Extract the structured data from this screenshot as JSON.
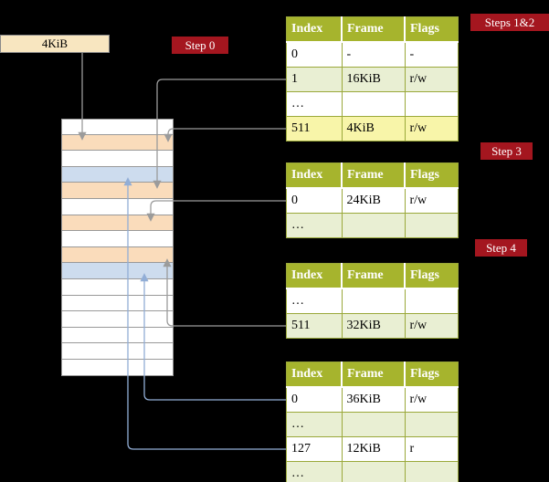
{
  "colors": {
    "background": "#000000",
    "badge_bg": "#a4161f",
    "badge_text": "#ffffff",
    "table_header_bg": "#a6b42d",
    "table_header_text": "#ffffff",
    "table_border": "#9aa83a",
    "row_tint": "#e9efd3",
    "row_highlight": "#f8f5a9",
    "cell_page_table": "#fadcbb",
    "cell_frame": "#cddcee",
    "cr3_box_bg": "#f8e6c0",
    "arrow_gray": "#9b9b9b",
    "arrow_blue": "#92aed6",
    "memory_border": "#999999"
  },
  "cr3": {
    "label": "4KiB"
  },
  "badges": {
    "step0": "Step 0",
    "steps12": "Steps 1&2",
    "step3": "Step 3",
    "step4": "Step 4"
  },
  "tables": [
    {
      "id": "level4",
      "headers": [
        "Index",
        "Frame",
        "Flags"
      ],
      "rows": [
        {
          "cells": [
            "0",
            "-",
            "-"
          ]
        },
        {
          "cells": [
            "1",
            "16KiB",
            "r/w"
          ]
        },
        {
          "cells": [
            "…",
            "",
            ""
          ]
        },
        {
          "cells": [
            "511",
            "4KiB",
            "r/w"
          ],
          "highlight": true
        }
      ]
    },
    {
      "id": "level3",
      "headers": [
        "Index",
        "Frame",
        "Flags"
      ],
      "rows": [
        {
          "cells": [
            "0",
            "24KiB",
            "r/w"
          ]
        },
        {
          "cells": [
            "…",
            "",
            ""
          ]
        }
      ]
    },
    {
      "id": "level2",
      "headers": [
        "Index",
        "Frame",
        "Flags"
      ],
      "rows": [
        {
          "cells": [
            "…",
            "",
            ""
          ]
        },
        {
          "cells": [
            "511",
            "32KiB",
            "r/w"
          ]
        }
      ]
    },
    {
      "id": "level1",
      "headers": [
        "Index",
        "Frame",
        "Flags"
      ],
      "rows": [
        {
          "cells": [
            "0",
            "36KiB",
            "r/w"
          ]
        },
        {
          "cells": [
            "…",
            "",
            ""
          ]
        },
        {
          "cells": [
            "127",
            "12KiB",
            "r"
          ]
        },
        {
          "cells": [
            "…",
            "",
            ""
          ]
        }
      ]
    }
  ],
  "memory": {
    "cells": [
      {
        "kind": "plain"
      },
      {
        "kind": "page-table"
      },
      {
        "kind": "plain"
      },
      {
        "kind": "frame"
      },
      {
        "kind": "page-table"
      },
      {
        "kind": "plain"
      },
      {
        "kind": "page-table"
      },
      {
        "kind": "plain"
      },
      {
        "kind": "page-table"
      },
      {
        "kind": "frame"
      },
      {
        "kind": "plain"
      },
      {
        "kind": "plain"
      },
      {
        "kind": "plain"
      },
      {
        "kind": "plain"
      },
      {
        "kind": "plain"
      },
      {
        "kind": "plain"
      }
    ]
  },
  "links": [
    {
      "from": "cr3",
      "to": "4KiB"
    },
    {
      "from": "level4.1",
      "to": "16KiB"
    },
    {
      "from": "level4.511",
      "to": "4KiB"
    },
    {
      "from": "level3.0",
      "to": "24KiB"
    },
    {
      "from": "level2.511",
      "to": "32KiB"
    },
    {
      "from": "level1.0",
      "to": "36KiB"
    },
    {
      "from": "level1.127",
      "to": "12KiB"
    }
  ]
}
